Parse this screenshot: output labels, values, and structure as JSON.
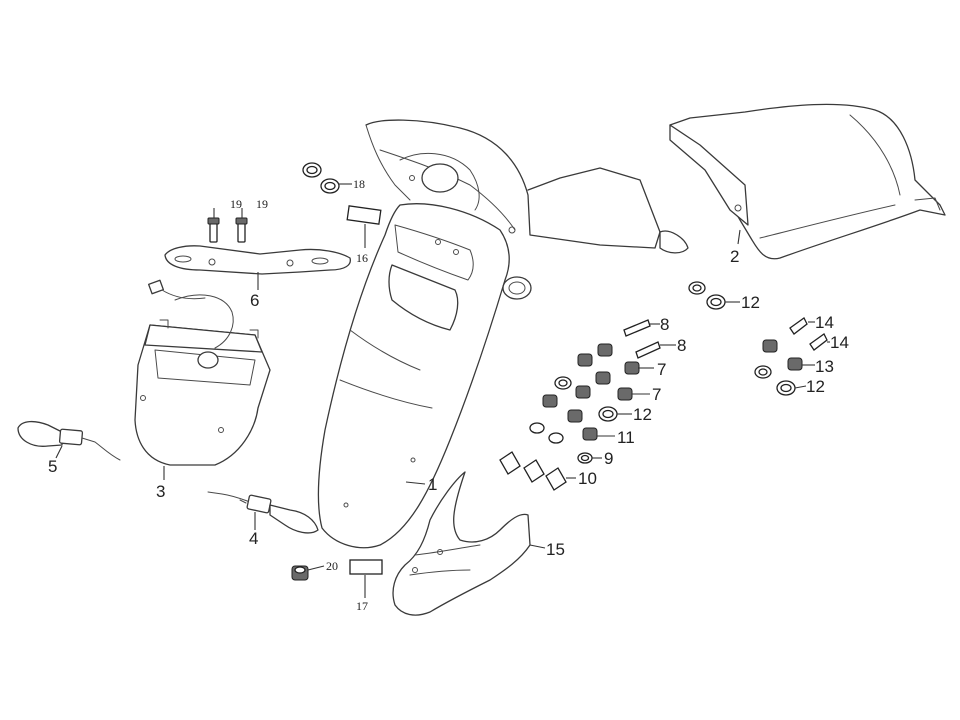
{
  "diagram": {
    "callouts": {
      "c1": "1",
      "c2": "2",
      "c3": "3",
      "c4": "4",
      "c5": "5",
      "c6": "6",
      "c7a": "7",
      "c7b": "7",
      "c8a": "8",
      "c8b": "8",
      "c9": "9",
      "c10": "10",
      "c11": "11",
      "c12a": "12",
      "c12b": "12",
      "c12c": "12",
      "c13": "13",
      "c14a": "14",
      "c14b": "14",
      "c15": "15",
      "c16": "16",
      "c17": "17",
      "c18": "18",
      "c19a": "19",
      "c19b": "19",
      "c20": "20"
    }
  }
}
